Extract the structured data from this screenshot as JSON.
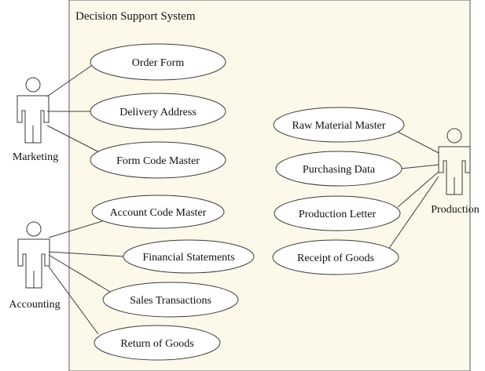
{
  "system": {
    "title": "Decision Support System"
  },
  "actors": {
    "marketing": "Marketing",
    "accounting": "Accounting",
    "production": "Production"
  },
  "use_cases": {
    "order_form": "Order Form",
    "delivery_address": "Delivery Address",
    "form_code_master": "Form Code Master",
    "account_code_master": "Account Code Master",
    "financial_statements": "Financial Statements",
    "sales_transactions": "Sales Transactions",
    "return_of_goods": "Return of Goods",
    "raw_material_master": "Raw Material Master",
    "purchasing_data": "Purchasing Data",
    "production_letter": "Production Letter",
    "receipt_of_goods": "Receipt of Goods"
  },
  "associations": [
    [
      "marketing",
      "order_form"
    ],
    [
      "marketing",
      "delivery_address"
    ],
    [
      "marketing",
      "form_code_master"
    ],
    [
      "accounting",
      "account_code_master"
    ],
    [
      "accounting",
      "financial_statements"
    ],
    [
      "accounting",
      "sales_transactions"
    ],
    [
      "accounting",
      "return_of_goods"
    ],
    [
      "production",
      "raw_material_master"
    ],
    [
      "production",
      "purchasing_data"
    ],
    [
      "production",
      "production_letter"
    ],
    [
      "production",
      "receipt_of_goods"
    ]
  ]
}
